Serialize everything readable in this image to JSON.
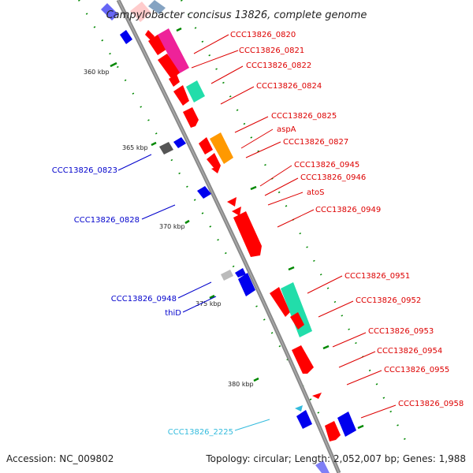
{
  "title": "Campylobacter concisus 13826, complete genome",
  "footer": {
    "accession": "Accession: NC_009802",
    "summary": "Topology: circular; Length: 2,052,007 bp; Genes: 1,988"
  },
  "colors": {
    "backbone": "#808080",
    "forward_label": "#dd0000",
    "reverse_label": "#0000cc",
    "rna_label": "#33bbdd",
    "forward_gene": "#ff0000",
    "reverse_gene": "#0000ee",
    "tick": "#008800"
  },
  "ticks": [
    {
      "label": "360 kbp"
    },
    {
      "label": "365 kbp"
    },
    {
      "label": "370 kbp"
    },
    {
      "label": "375 kbp"
    },
    {
      "label": "380 kbp"
    }
  ],
  "labels": {
    "forward": [
      "CCC13826_0820",
      "CCC13826_0821",
      "CCC13826_0822",
      "CCC13826_0824",
      "CCC13826_0825",
      "aspA",
      "CCC13826_0827",
      "CCC13826_0945",
      "CCC13826_0946",
      "atoS",
      "CCC13826_0949",
      "CCC13826_0951",
      "CCC13826_0952",
      "CCC13826_0953",
      "CCC13826_0954",
      "CCC13826_0955",
      "CCC13826_0958"
    ],
    "reverse": [
      "CCC13826_0823",
      "CCC13826_0828",
      "CCC13826_0948",
      "thiD",
      "CCC13826_2225"
    ]
  }
}
